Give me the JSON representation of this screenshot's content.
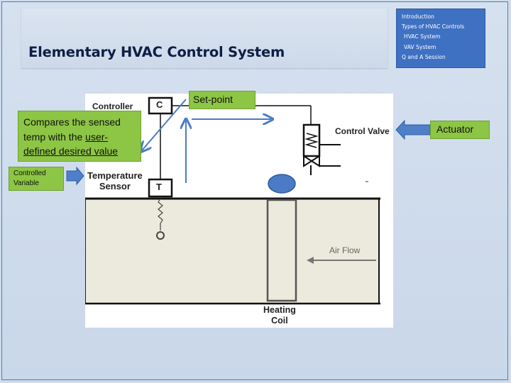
{
  "slide": {
    "title": "Elementary HVAC Control System",
    "agenda": [
      {
        "label": "Introduction",
        "sub": false
      },
      {
        "label": "Types of HVAC Controls",
        "sub": false
      },
      {
        "label": "HVAC System",
        "sub": true
      },
      {
        "label": "VAV System",
        "sub": true
      },
      {
        "label": "Q and A Session",
        "sub": false
      }
    ]
  },
  "callouts": {
    "setpoint": "Set-point",
    "compares_line1": "Compares the sensed",
    "compares_line2_plain": "temp with the ",
    "compares_line2_link": "user-",
    "compares_line3_link": "defined desired value",
    "actuator": "Actuator",
    "controlled_line1": "Controlled",
    "controlled_line2": "Variable"
  },
  "diagram": {
    "controller_label": "Controller",
    "controller_box": "C",
    "sensor_box": "T",
    "temp_sensor_line1": "Temperature",
    "temp_sensor_line2": "Sensor",
    "control_valve": "Control Valve",
    "air_flow": "Air Flow",
    "heating_line1": "Heating",
    "heating_line2": "Coil"
  },
  "colors": {
    "callout_green": "#8dc544",
    "accent_blue": "#3f71c3",
    "arrow_blue": "#4a7bc4",
    "duct_fill": "#ebeadc"
  }
}
